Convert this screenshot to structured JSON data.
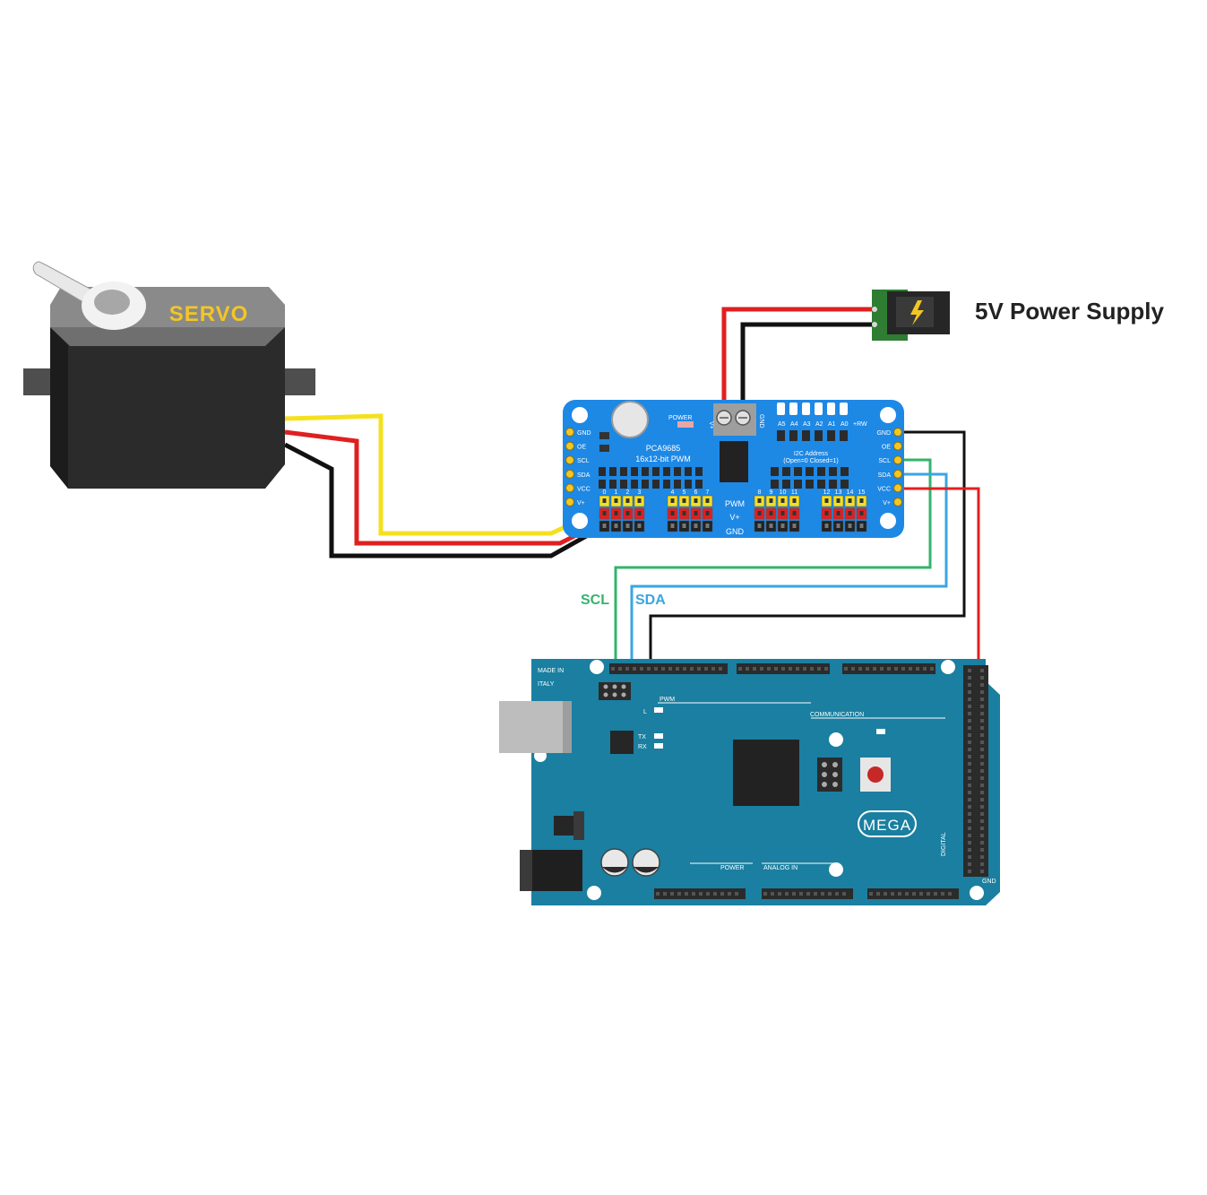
{
  "servo": {
    "label": "SERVO",
    "body_color": "#2b2b2b",
    "cap_color": "#8a8a8a",
    "label_color": "#f3c623"
  },
  "power_supply": {
    "label": "5V Power Supply",
    "board_color": "#2e7d32"
  },
  "pwm_board": {
    "chip_name": "PCA9685",
    "chip_desc": "16x12-bit PWM",
    "power_label": "POWER",
    "i2c_label": "I2C Address",
    "i2c_desc": "(Open=0 Closed=1)",
    "addr_pins": [
      "A5",
      "A4",
      "A3",
      "A2",
      "A1",
      "A0",
      "+RW"
    ],
    "left_pins": [
      "GND",
      "OE",
      "SCL",
      "SDA",
      "VCC",
      "V+"
    ],
    "right_pins": [
      "GND",
      "OE",
      "SCL",
      "SDA",
      "VCC",
      "V+"
    ],
    "channel_labels": [
      "0",
      "1",
      "2",
      "3",
      "4",
      "5",
      "6",
      "7",
      "8",
      "9",
      "10",
      "11",
      "12",
      "13",
      "14",
      "15"
    ],
    "row_labels": [
      "PWM",
      "V+",
      "GND"
    ],
    "terminal_labels": [
      "V+",
      "GND"
    ],
    "color": "#1e88e5"
  },
  "arduino": {
    "name": "MEGA",
    "made_in": "MADE IN",
    "italy": "ITALY",
    "pwm_label": "PWM",
    "l_label": "L",
    "tx_label": "TX",
    "rx_label": "RX",
    "communication": "COMMUNICATION",
    "power": "POWER",
    "analog_in": "ANALOG IN",
    "digital": "DIGITAL",
    "gnd": "GND",
    "color": "#1a7fa0"
  },
  "wires": {
    "scl_label": "SCL",
    "sda_label": "SDA",
    "scl_color": "#34b36b",
    "sda_color": "#3aa6e0",
    "signal_color": "#f5e020",
    "power_color": "#e02020",
    "ground_color": "#111111"
  }
}
